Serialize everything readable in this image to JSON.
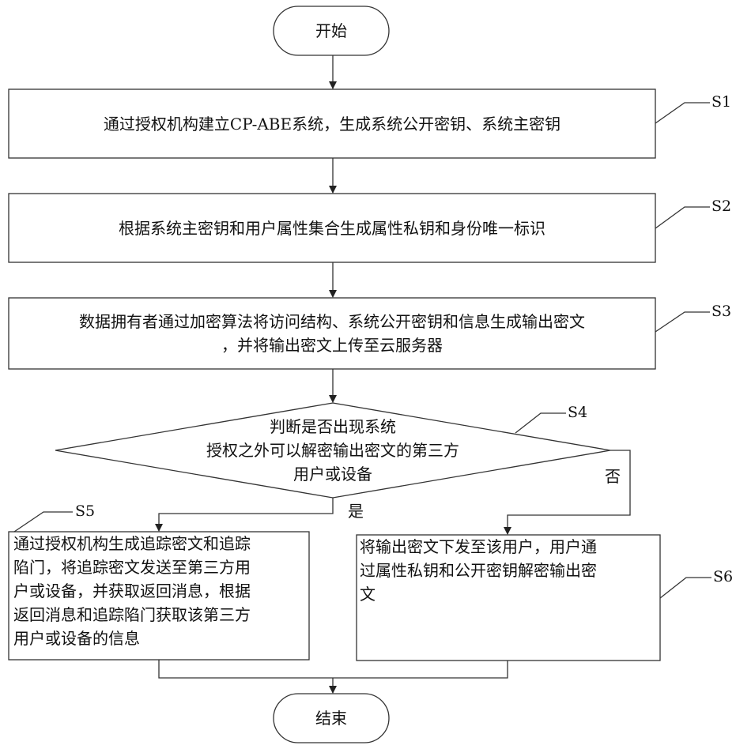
{
  "flowchart": {
    "start": "开始",
    "end": "结束",
    "steps": {
      "s1": {
        "id": "S1",
        "text": "通过授权机构建立CP-ABE系统，生成系统公开密钥、系统主密钥"
      },
      "s2": {
        "id": "S2",
        "text": "根据系统主密钥和用户属性集合生成属性私钥和身份唯一标识"
      },
      "s3": {
        "id": "S3",
        "line1": "数据拥有者通过加密算法将访问结构、系统公开密钥和信息生成输出密文",
        "line2": "，并将输出密文上传至云服务器"
      },
      "s4": {
        "id": "S4",
        "line1": "判断是否出现系统",
        "line2": "授权之外可以解密输出密文的第三方",
        "line3": "用户或设备"
      },
      "s5": {
        "id": "S5",
        "lines": [
          "通过授权机构生成追踪密文和追踪",
          "陷门，将追踪密文发送至第三方用",
          "户或设备，并获取返回消息，根据",
          "返回消息和追踪陷门获取该第三方",
          "用户或设备的信息"
        ]
      },
      "s6": {
        "id": "S6",
        "lines": [
          "将输出密文下发至该用户，用户通",
          "过属性私钥和公开密钥解密输出密",
          "文"
        ]
      }
    },
    "branches": {
      "yes": "是",
      "no": "否"
    }
  }
}
